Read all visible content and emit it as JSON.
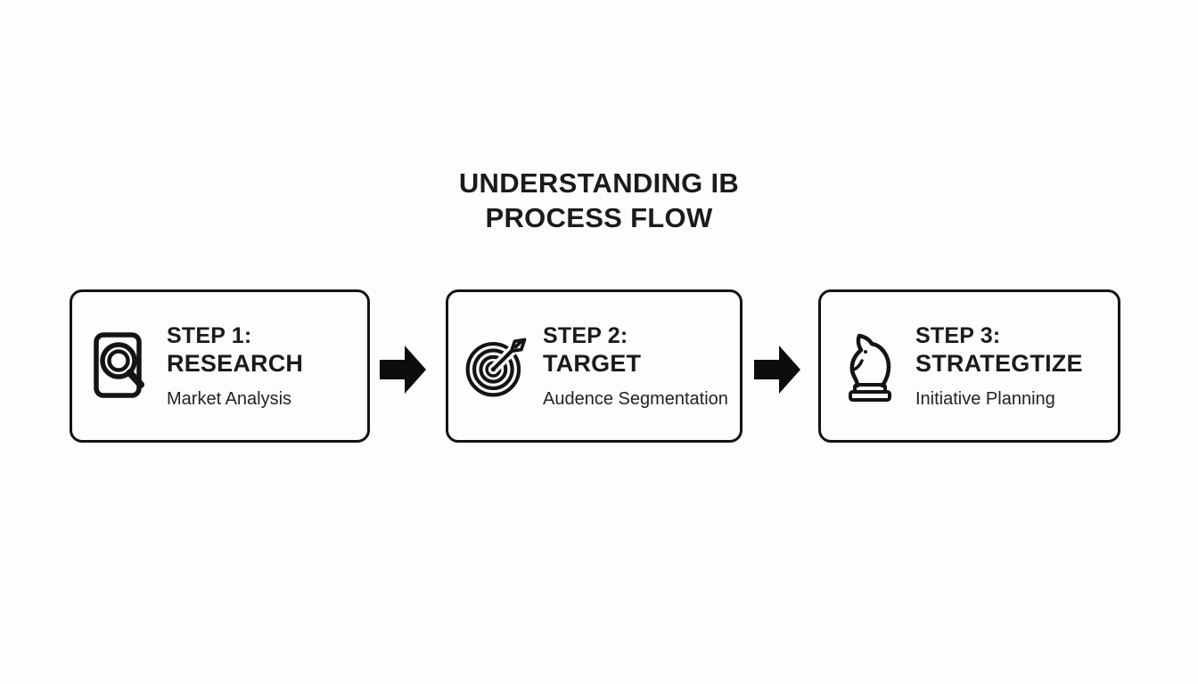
{
  "title": {
    "line1": "UNDERSTANDING IB",
    "line2": "PROCESS FLOW"
  },
  "steps": [
    {
      "label": "STEP 1:",
      "name": "RESEARCH",
      "description": "Market Analysis",
      "icon": "document-search-icon"
    },
    {
      "label": "STEP 2:",
      "name": "TARGET",
      "description": "Audence Segmentation",
      "icon": "target-dart-icon"
    },
    {
      "label": "STEP 3:",
      "name": "STRATEGTIZE",
      "description": "Initiative Planning",
      "icon": "chess-knight-icon"
    }
  ],
  "connectors": [
    {
      "type": "arrow-right"
    },
    {
      "type": "arrow-right"
    }
  ],
  "colors": {
    "background": "#fdfdfc",
    "ink": "#1b1b1b",
    "card_border": "#141414",
    "arrow_fill": "#0d0d0d"
  }
}
